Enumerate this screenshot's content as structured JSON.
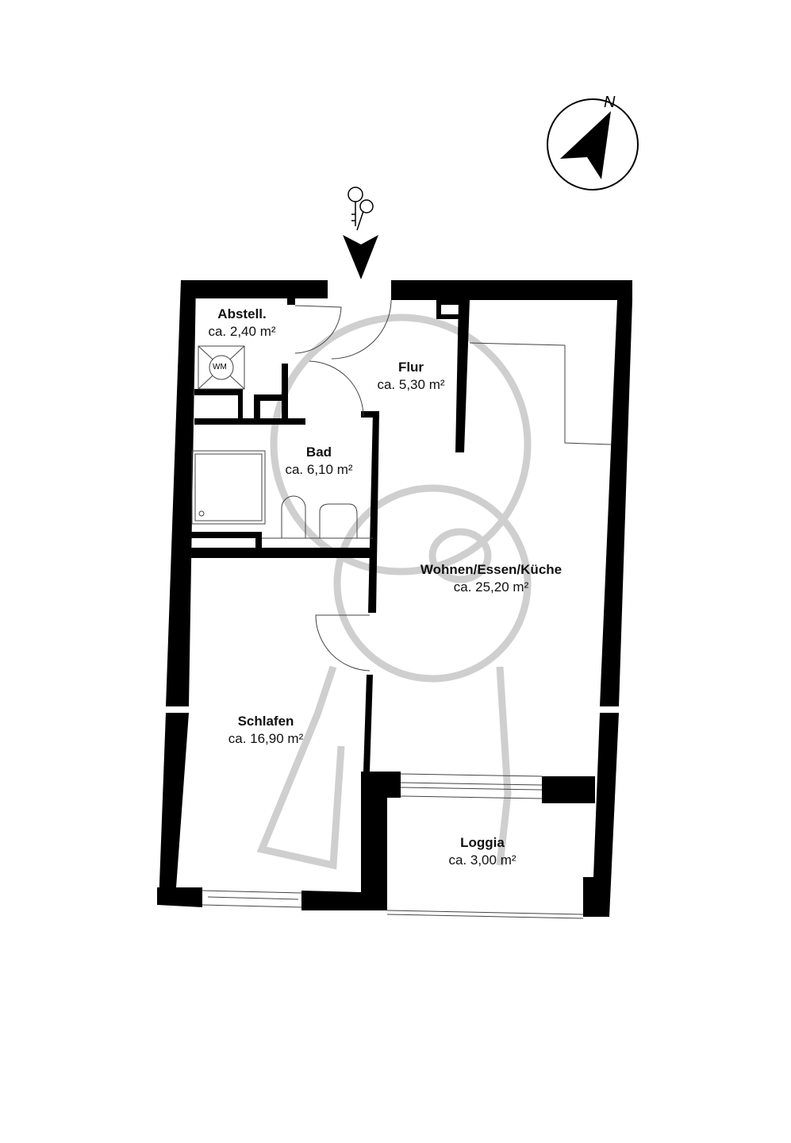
{
  "rooms": [
    {
      "name": "Abstell.",
      "area": "ca. 2,40 m²"
    },
    {
      "name": "Flur",
      "area": "ca. 5,30 m²"
    },
    {
      "name": "Bad",
      "area": "ca. 6,10 m²"
    },
    {
      "name": "Wohnen/Essen/Küche",
      "area": "ca. 25,20 m²"
    },
    {
      "name": "Schlafen",
      "area": "ca. 16,90 m²"
    },
    {
      "name": "Loggia",
      "area": "ca. 3,00 m²"
    }
  ],
  "appliance": {
    "washing_machine": "WM"
  },
  "compass": {
    "north_label": "N"
  },
  "colors": {
    "wall": "#000000",
    "watermark": "#c8c8c8",
    "line": "#555555"
  }
}
